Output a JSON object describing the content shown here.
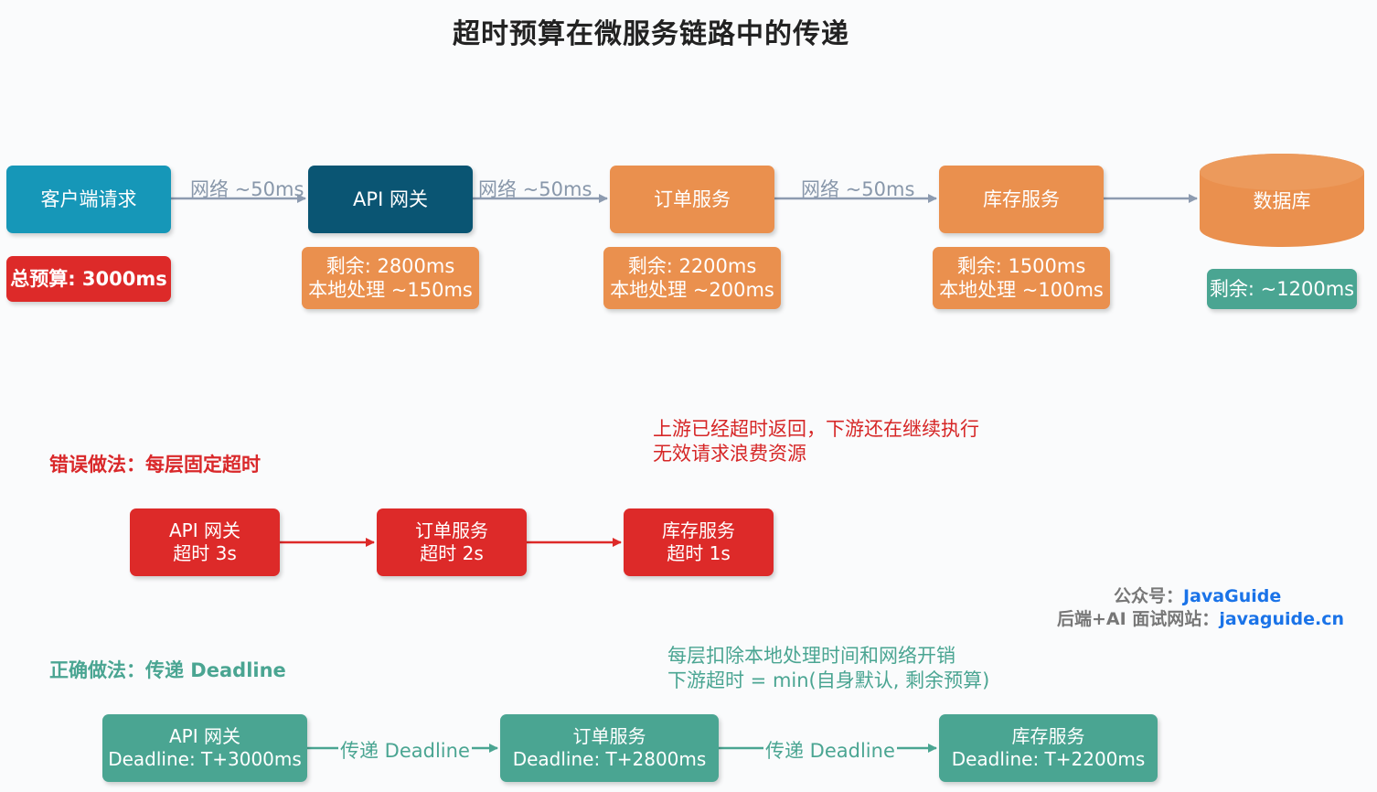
{
  "title": "超时预算在微服务链路中的传递",
  "top_flow": {
    "client": "客户端请求",
    "gateway": "API 网关",
    "order": "订单服务",
    "inventory": "库存服务",
    "database": "数据库",
    "net1": "网络 ~50ms",
    "net2": "网络 ~50ms",
    "net3": "网络 ~50ms",
    "budget": "总预算: 3000ms",
    "gw_remain": "剩余: 2800ms",
    "gw_local": "本地处理 ~150ms",
    "order_remain": "剩余: 2200ms",
    "order_local": "本地处理 ~200ms",
    "inv_remain": "剩余: 1500ms",
    "inv_local": "本地处理 ~100ms",
    "db_remain": "剩余: ~1200ms"
  },
  "wrong": {
    "heading": "错误做法：每层固定超时",
    "note_line1": "上游已经超时返回，下游还在继续执行",
    "note_line2": "无效请求浪费资源",
    "boxes": [
      {
        "name": "API 网关",
        "timeout": "超时 3s"
      },
      {
        "name": "订单服务",
        "timeout": "超时 2s"
      },
      {
        "name": "库存服务",
        "timeout": "超时 1s"
      }
    ]
  },
  "right": {
    "heading": "正确做法：传递 Deadline",
    "note_line1": "每层扣除本地处理时间和网络开销",
    "note_line2": "下游超时 = min(自身默认, 剩余预算)",
    "boxes": [
      {
        "name": "API 网关",
        "deadline": "Deadline: T+3000ms"
      },
      {
        "name": "订单服务",
        "deadline": "Deadline: T+2800ms"
      },
      {
        "name": "库存服务",
        "deadline": "Deadline: T+2200ms"
      }
    ],
    "pass1": "传递 Deadline",
    "pass2": "传递 Deadline"
  },
  "watermark": {
    "label1": "公众号：",
    "value1": "JavaGuide",
    "label2": "后端+AI 面试网站：",
    "value2": "javaguide.cn"
  },
  "colors": {
    "client": "#1697b8",
    "gateway": "#0a5573",
    "service": "#ea904e",
    "wrong": "#dd2a29",
    "right": "#4aa592",
    "arrow": "#8d9bb0"
  }
}
